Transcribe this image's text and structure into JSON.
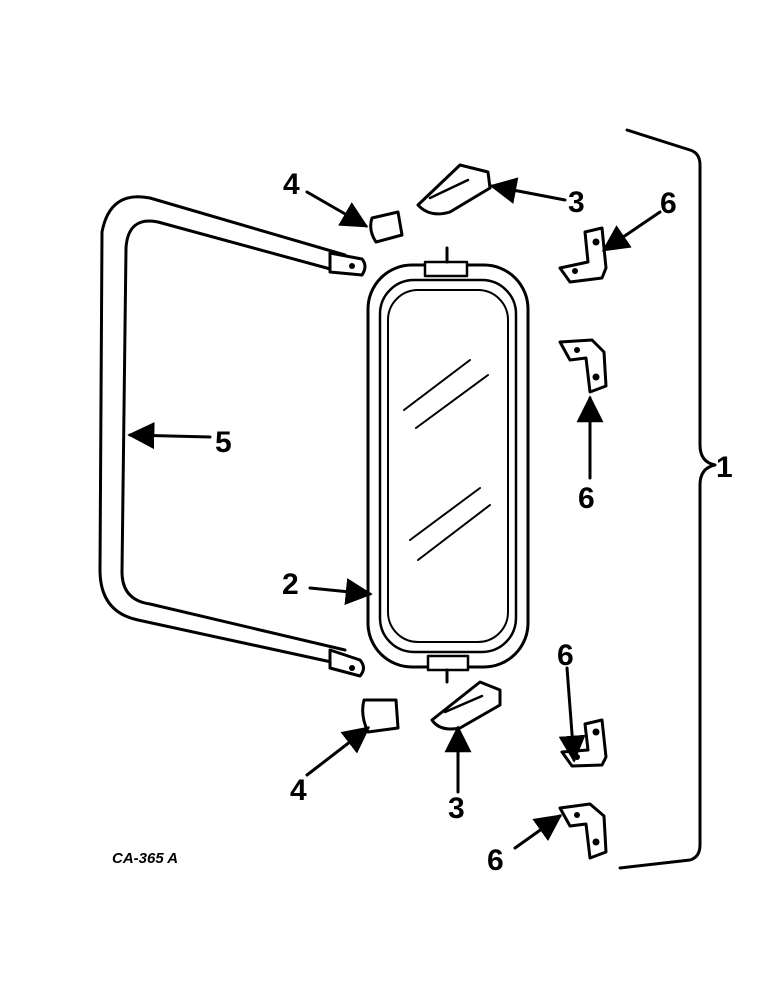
{
  "diagram": {
    "figure_code": "CA-365 A",
    "callouts": {
      "assembly": "1",
      "mirror_head": "2",
      "clamp_top": "3",
      "clamp_bottom": "3",
      "cap_top": "4",
      "cap_bottom": "4",
      "arm": "5",
      "bracket_a": "6",
      "bracket_b": "6",
      "bracket_c": "6",
      "bracket_d": "6"
    }
  }
}
